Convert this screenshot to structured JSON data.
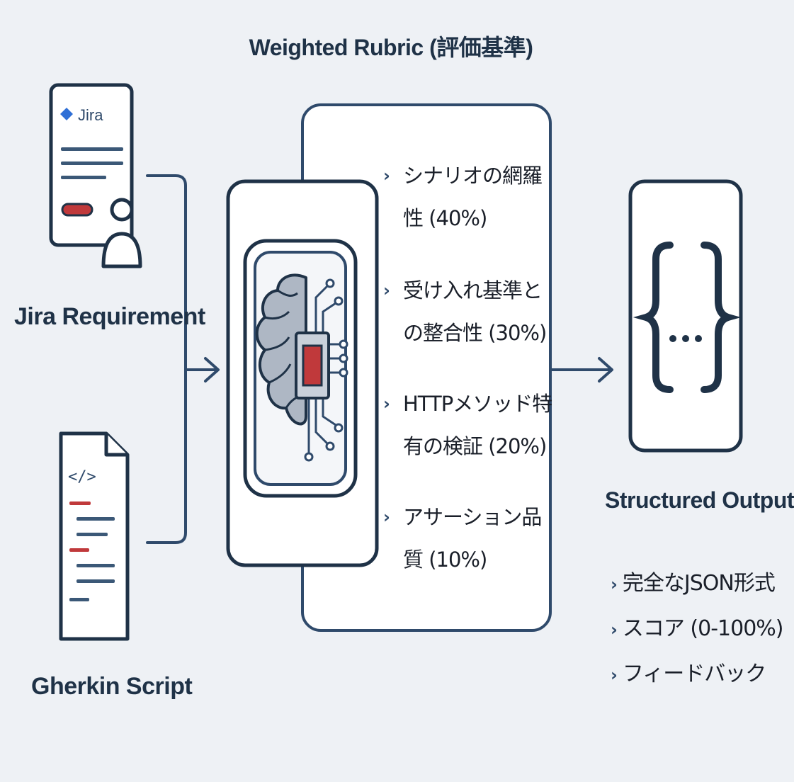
{
  "rubric": {
    "title": "Weighted Rubric (評価基準)",
    "items": [
      {
        "label": "シナリオの網羅性 (40%)"
      },
      {
        "label": "受け入れ基準との整合性 (30%)"
      },
      {
        "label": "HTTPメソッド特有の検証 (20%)"
      },
      {
        "label": "アサーション品質 (10%)"
      }
    ]
  },
  "inputs": {
    "jira": {
      "label": "Jira Requirement",
      "card_brand": "Jira"
    },
    "gherkin": {
      "label": "Gherkin Script",
      "code_tag": "</>"
    }
  },
  "output": {
    "label": "Structured Output",
    "symbol": "{···}",
    "items": [
      {
        "label": "完全なJSON形式"
      },
      {
        "label": "スコア (0-100%)"
      },
      {
        "label": "フィードバック"
      }
    ]
  },
  "icons": [
    "jira-card-icon",
    "user-icon",
    "gherkin-file-icon",
    "ai-brain-chip-icon",
    "json-braces-icon",
    "chevron-right-icon",
    "arrow-right-icon"
  ],
  "colors": {
    "navy": "#2f4a6b",
    "accent_red": "#c0393b",
    "card_bg": "#ffffff",
    "background": "#eef1f5"
  }
}
